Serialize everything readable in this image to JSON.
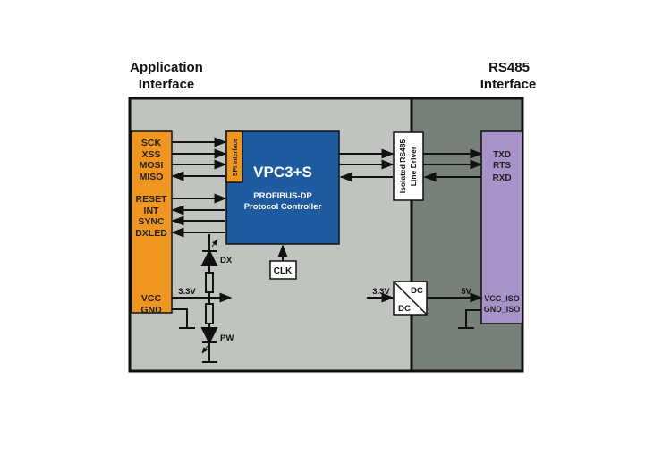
{
  "headings": {
    "app_line1": "Application",
    "app_line2": "Interface",
    "rs_line1": "RS485",
    "rs_line2": "Interface"
  },
  "colors": {
    "app_region": "#bfc4bf",
    "rs_region": "#778079",
    "orange": "#f0961e",
    "blue": "#1e5aa0",
    "purple": "#a893c8",
    "white": "#ffffff",
    "line": "#111111"
  },
  "app_pins": {
    "spi": [
      "SCK",
      "XSS",
      "MOSI",
      "MISO"
    ],
    "ctrl": [
      "RESET",
      "INT",
      "SYNC",
      "DXLED"
    ],
    "power": [
      "VCC",
      "GND"
    ]
  },
  "controller": {
    "spi_label": "SPI Interface",
    "title": "VPC3+S",
    "subtitle1": "PROFIBUS-DP",
    "subtitle2": "Protocol Controller"
  },
  "clock": {
    "label": "CLK"
  },
  "line_driver": {
    "line1": "Isolated RS485",
    "line2": "Line Driver"
  },
  "rs_pins": {
    "signals": [
      "TXD",
      "RTS",
      "RXD"
    ],
    "power": [
      "VCC_ISO",
      "GND_ISO"
    ]
  },
  "dcdc": {
    "top": "DC",
    "bottom": "DC",
    "in_label": "3.3V",
    "out_label": "5V"
  },
  "leds": {
    "dx": "DX",
    "pw": "PW"
  },
  "supply_label": "3.3V"
}
